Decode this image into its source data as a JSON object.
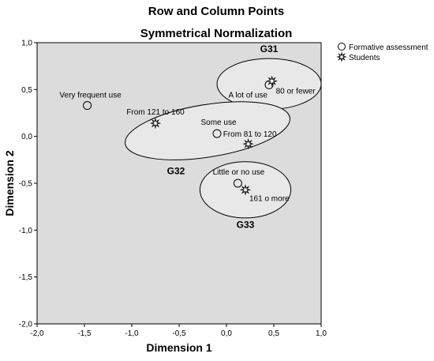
{
  "chart_data": {
    "type": "scatter",
    "title": "Row and Column Points",
    "subtitle": "Symmetrical Normalization",
    "xlabel": "Dimension 1",
    "ylabel": "Dimension 2",
    "xlim": [
      -2.0,
      1.0
    ],
    "ylim": [
      -2.0,
      1.0
    ],
    "xticks": [
      -2.0,
      -1.5,
      -1.0,
      -0.5,
      0.0,
      0.5,
      1.0
    ],
    "yticks": [
      -2.0,
      -1.5,
      -1.0,
      -0.5,
      0.0,
      0.5,
      1.0
    ],
    "xtick_labels": [
      "-2,0",
      "-1,5",
      "-1,0",
      "-0,5",
      "0,0",
      "0,5",
      "1,0"
    ],
    "ytick_labels": [
      "-2,0",
      "-1,5",
      "-1,0",
      "-0,5",
      "0,0",
      "0,5",
      "1,0"
    ],
    "grid": false,
    "legend_position": "top-right",
    "background_color": "#dcdcdc",
    "series": [
      {
        "name": "Formative assessment",
        "marker": "circle",
        "points": [
          {
            "label": "Very frequent use",
            "x": -1.47,
            "y": 0.33
          },
          {
            "label": "A lot of use",
            "x": 0.45,
            "y": 0.55
          },
          {
            "label": "Some use",
            "x": -0.1,
            "y": 0.03
          },
          {
            "label": "Little or no use",
            "x": 0.12,
            "y": -0.5
          }
        ]
      },
      {
        "name": "Students",
        "marker": "star",
        "points": [
          {
            "label": "80 or fewer",
            "x": 0.48,
            "y": 0.59
          },
          {
            "label": "From 121 to 160",
            "x": -0.75,
            "y": 0.14
          },
          {
            "label": "From 81 to 120",
            "x": 0.23,
            "y": -0.08
          },
          {
            "label": "161 o more",
            "x": 0.2,
            "y": -0.57
          }
        ]
      }
    ],
    "groups": [
      {
        "label": "G31",
        "cx": 0.45,
        "cy": 0.56,
        "rx": 0.55,
        "ry": 0.27,
        "angle": 0
      },
      {
        "label": "G32",
        "cx": -0.2,
        "cy": 0.06,
        "rx": 0.88,
        "ry": 0.28,
        "angle": -9
      },
      {
        "label": "G33",
        "cx": 0.2,
        "cy": -0.57,
        "rx": 0.48,
        "ry": 0.3,
        "angle": 0
      }
    ]
  }
}
